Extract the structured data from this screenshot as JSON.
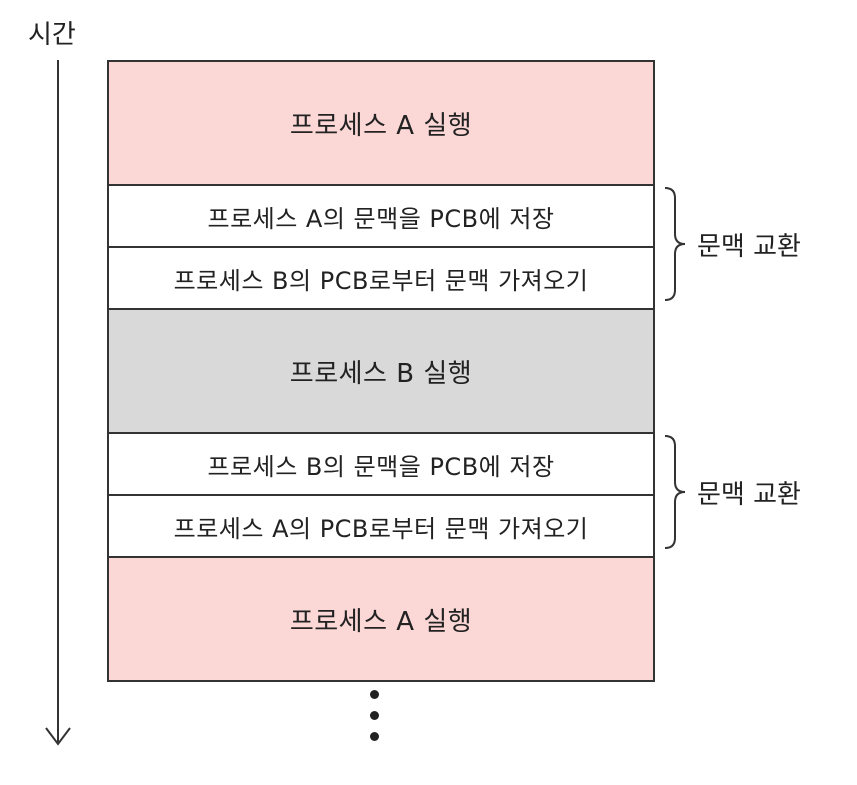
{
  "axis": {
    "label": "시간"
  },
  "blocks": [
    {
      "text": "프로세스 A 실행",
      "kind": "process-a"
    },
    {
      "text": "프로세스 A의 문맥을 PCB에 저장",
      "kind": "switch-step"
    },
    {
      "text": "프로세스 B의 PCB로부터 문맥 가져오기",
      "kind": "switch-step"
    },
    {
      "text": "프로세스 B 실행",
      "kind": "process-b"
    },
    {
      "text": "프로세스 B의 문맥을 PCB에 저장",
      "kind": "switch-step"
    },
    {
      "text": "프로세스 A의 PCB로부터 문맥 가져오기",
      "kind": "switch-step"
    },
    {
      "text": "프로세스 A 실행",
      "kind": "process-a"
    }
  ],
  "braces": [
    {
      "label": "문맥 교환"
    },
    {
      "label": "문맥 교환"
    }
  ],
  "colors": {
    "process_a": "#fbd8d6",
    "process_b": "#d9d9d9",
    "switch_step": "#ffffff",
    "stroke": "#333333"
  }
}
